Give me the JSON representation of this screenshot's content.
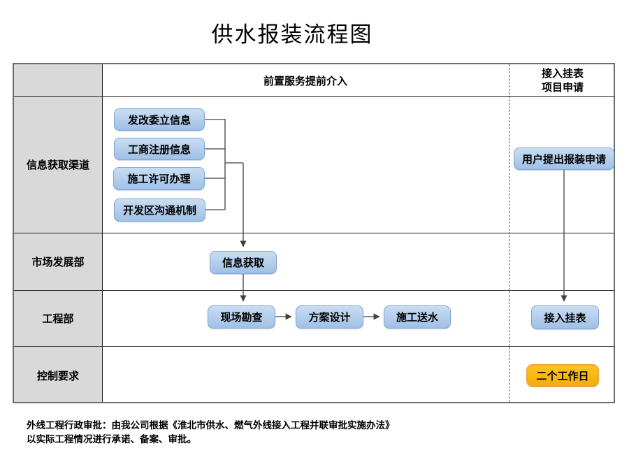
{
  "title": "供水报装流程图",
  "header": {
    "middle": "前置服务提前介入",
    "right_line1": "接入挂表",
    "right_line2": "项目申请"
  },
  "lanes": [
    "信息获取渠道",
    "市场发展部",
    "工程部",
    "控制要求"
  ],
  "nodes": {
    "ndrc_info": "发改委立信息",
    "business_registration": "工商注册信息",
    "construction_permit": "施工许可办理",
    "devzone_communication": "开发区沟通机制",
    "info_acquisition": "信息获取",
    "site_survey": "现场勘查",
    "plan_design": "方案设计",
    "construction_water": "施工送水",
    "user_application": "用户提出报装申请",
    "meter_connection": "接入挂表",
    "duration": "二个工作日"
  },
  "footer": {
    "line1": "外线工程行政审批：由我公司根据《淮北市供水、燃气外线接入工程并联审批实施办法》",
    "line2": "以实际工程情况进行承诺、备案、审批。"
  },
  "colors": {
    "node-fill-top": "#caddf3",
    "node-fill-bottom": "#9fc0e5",
    "node-border": "#7ea6d6",
    "lane-fill": "#d9d9d9",
    "duration-fill": "#f9b713",
    "duration-border": "#f2a33c",
    "line": "#404040"
  }
}
